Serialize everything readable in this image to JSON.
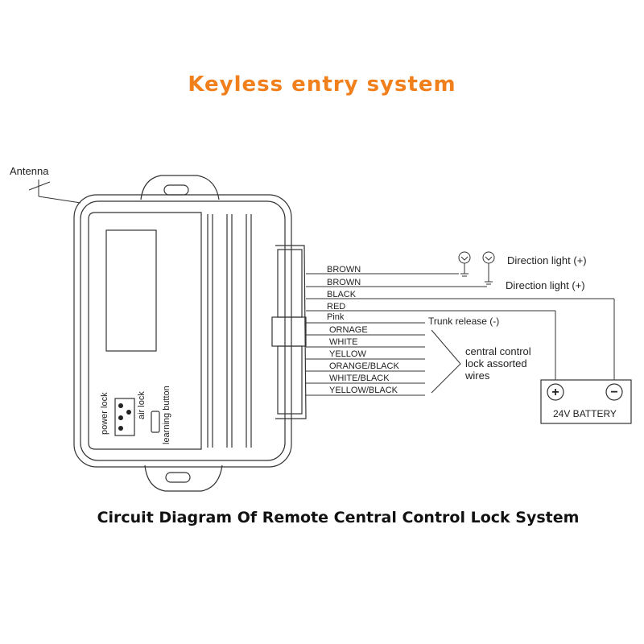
{
  "title": "Keyless entry system",
  "caption": "Circuit  Diagram  Of Remote Central Control Lock System",
  "colors": {
    "title": "#f07f1c",
    "line": "#333333"
  },
  "antenna_label": "Antenna",
  "unit_labels": {
    "power_lock": "power lock",
    "air_lock": "air lock",
    "learning_button": "learning button"
  },
  "wires": [
    "BROWN",
    "BROWN",
    "BLACK",
    "RED",
    "Pink",
    "ORNAGE",
    "WHITE",
    "YELLOW",
    "ORANGE/BLACK",
    "WHITE/BLACK",
    "YELLOW/BLACK"
  ],
  "annotations": {
    "direction_light_1": "Direction light  (+)",
    "direction_light_2": "Direction light  (+)",
    "trunk_release": "Trunk release (-)",
    "central_lock": [
      "central control",
      "lock assorted",
      "wires"
    ]
  },
  "battery": {
    "label": "24V BATTERY",
    "plus": "+",
    "minus": "−"
  }
}
